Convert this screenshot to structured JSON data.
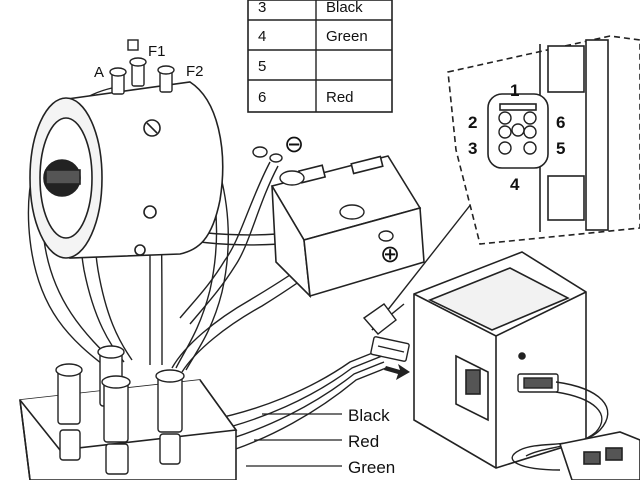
{
  "pin_table": {
    "rows": [
      {
        "pin": "3",
        "color": "Black"
      },
      {
        "pin": "4",
        "color": "Green"
      },
      {
        "pin": "5",
        "color": ""
      },
      {
        "pin": "6",
        "color": "Red"
      }
    ]
  },
  "terminals": {
    "a": "A",
    "f1": "F1",
    "f2": "F2"
  },
  "battery": {
    "negative_symbol": "⊖",
    "positive_symbol": "⊕"
  },
  "connector": {
    "pins": [
      "1",
      "2",
      "3",
      "4",
      "5",
      "6"
    ]
  },
  "wire_labels": {
    "black": "Black",
    "red": "Red",
    "green": "Green"
  }
}
